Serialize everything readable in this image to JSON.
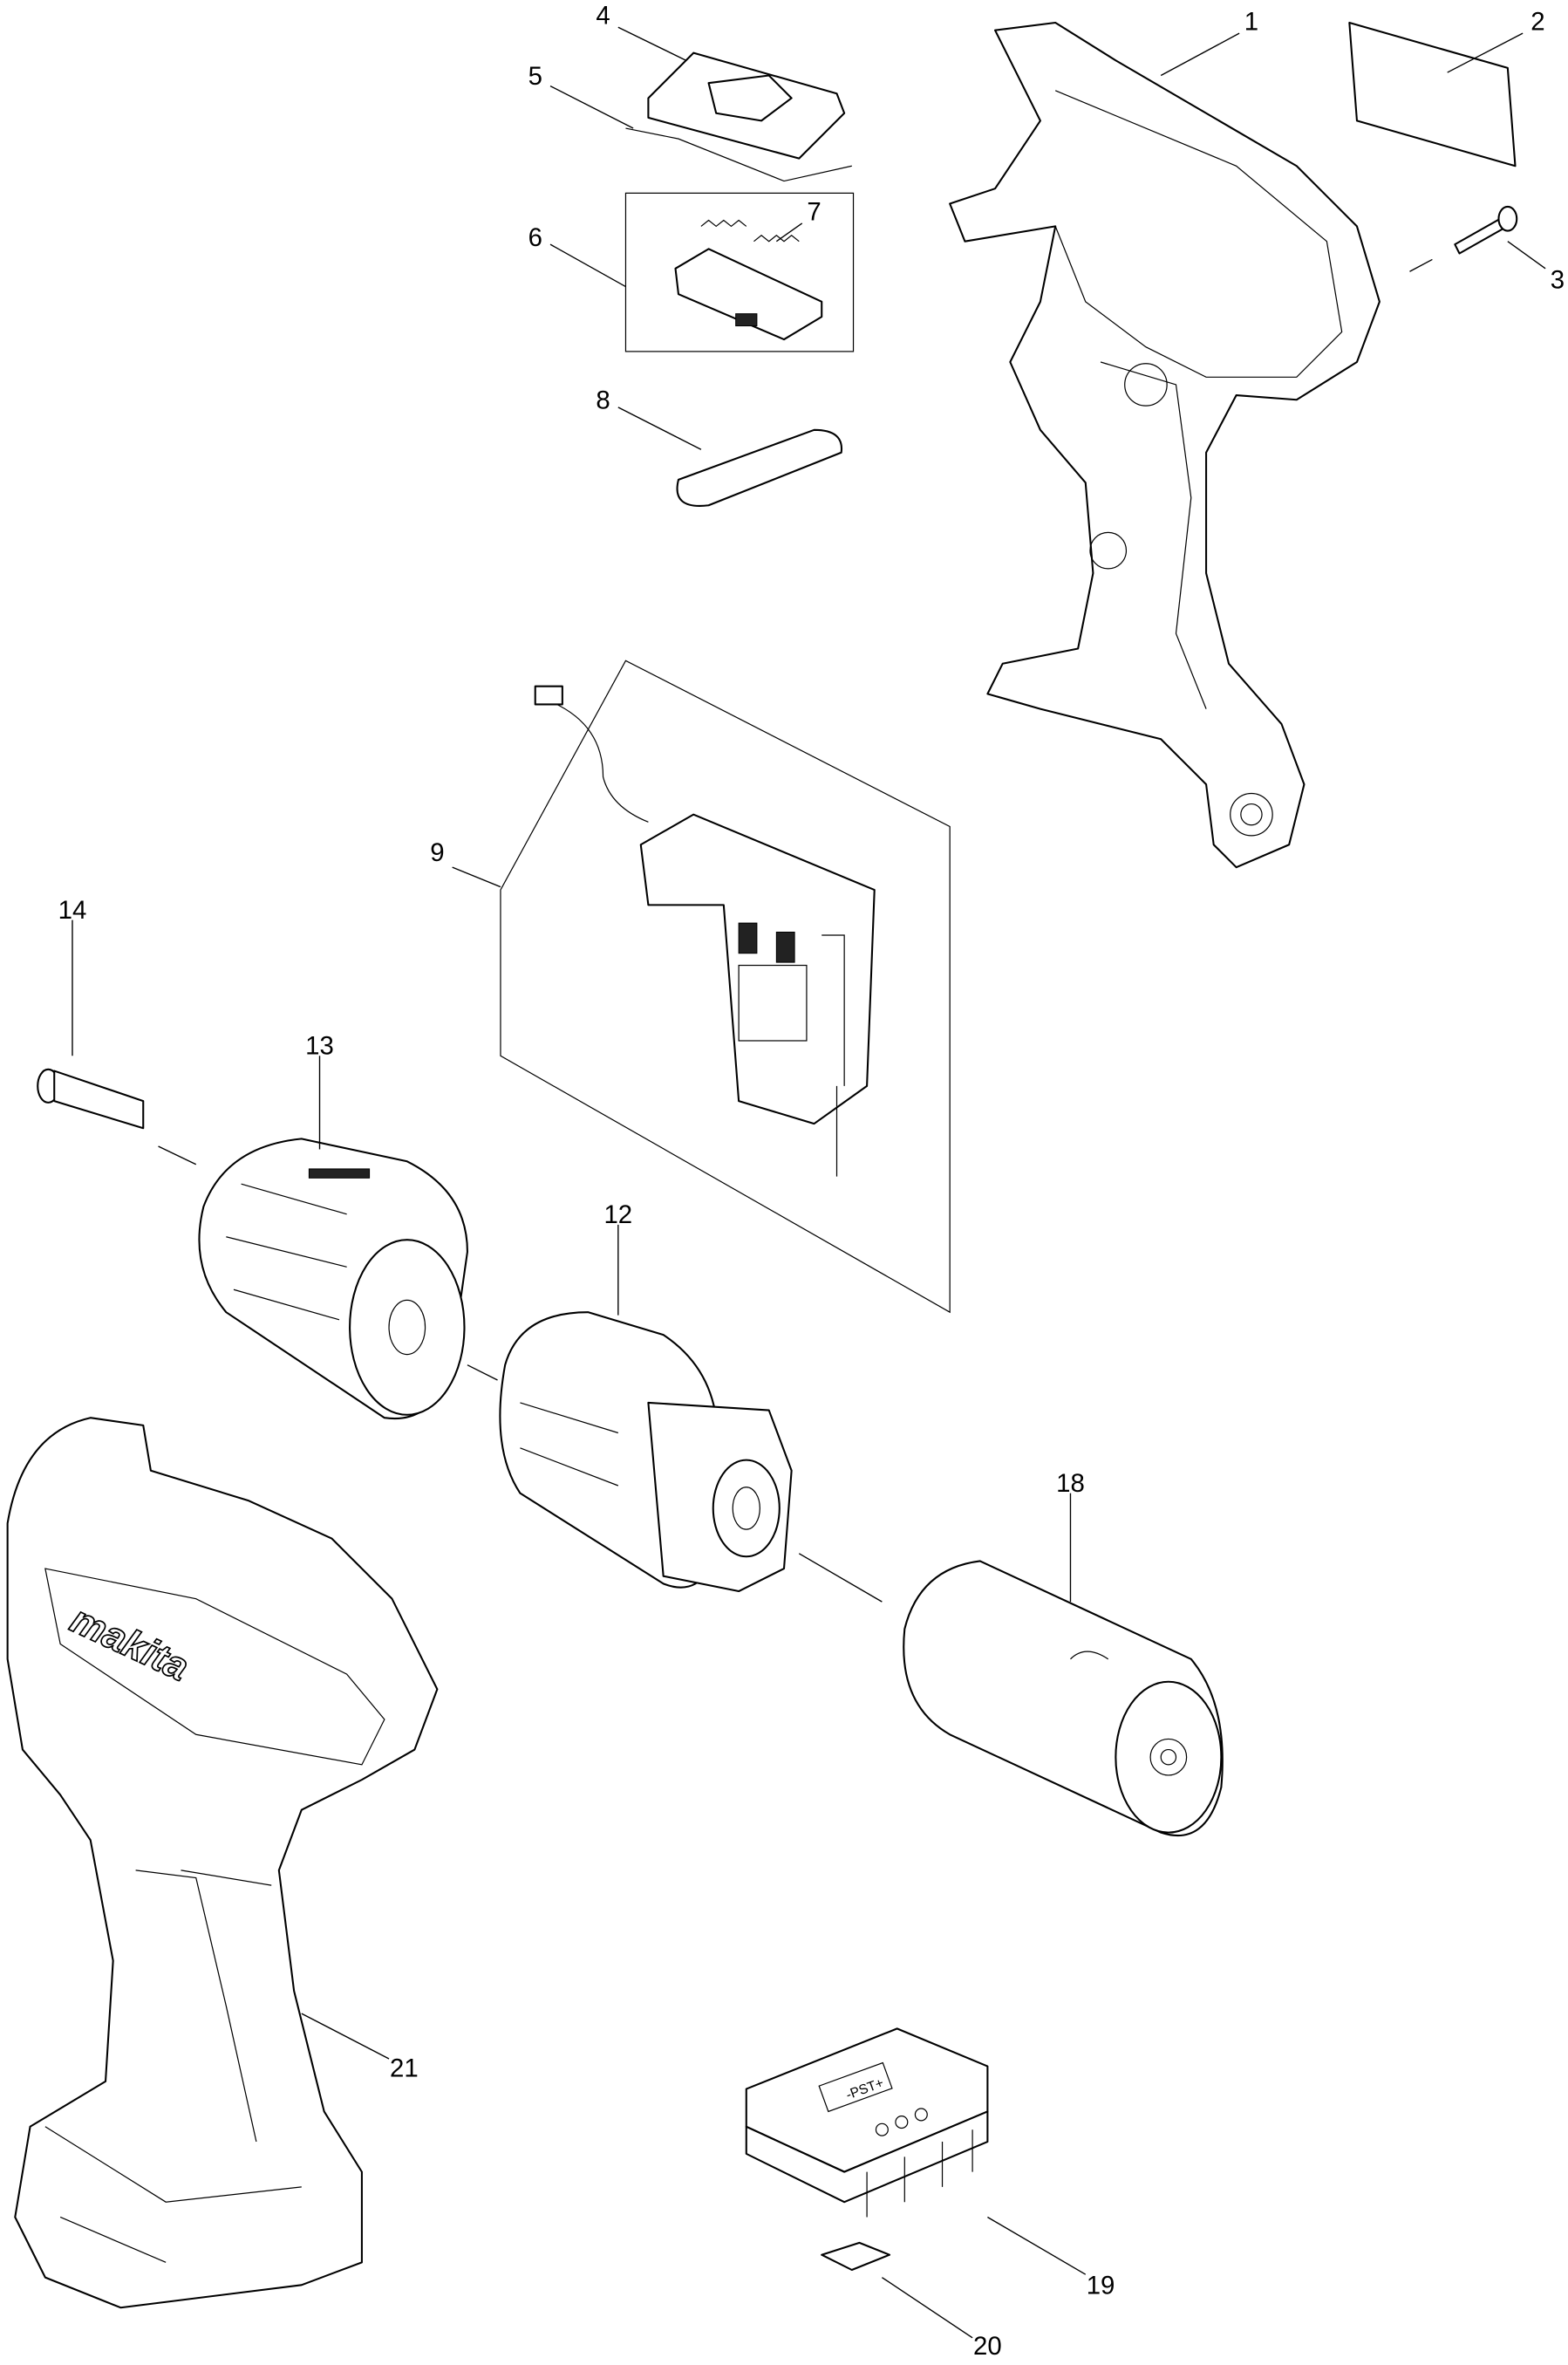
{
  "diagram": {
    "title": "Exploded parts diagram - cordless drill",
    "labels": {
      "p1": "1",
      "p2": "2",
      "p3": "3",
      "p4": "4",
      "p5": "5",
      "p6": "6",
      "p7": "7",
      "p8": "8",
      "p9": "9",
      "p12": "12",
      "p13": "13",
      "p14": "14",
      "p18": "18",
      "p19": "19",
      "p20": "20",
      "p21": "21"
    },
    "logo_text": "makita",
    "controller_marking": "-PST+"
  }
}
